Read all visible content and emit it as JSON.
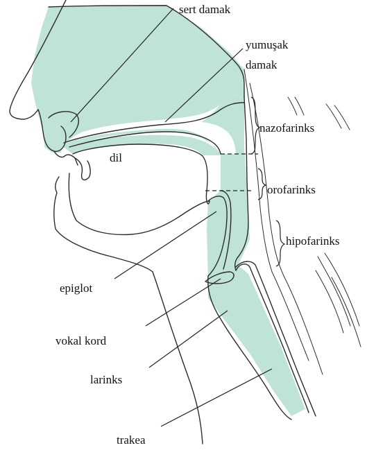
{
  "diagram": {
    "accent_color": "#bfe3d6",
    "labels": {
      "sert_damak": "sert damak",
      "yumusak_damak_1": "yumuşak",
      "yumusak_damak_2": "damak",
      "nazofarinks": "nazofarinks",
      "dil": "dil",
      "orofarinks": "orofarinks",
      "hipofarinks": "hipofarinks",
      "epiglot": "epiglot",
      "vokal_kord": "vokal kord",
      "larinks": "larinks",
      "trakea": "trakea"
    }
  }
}
